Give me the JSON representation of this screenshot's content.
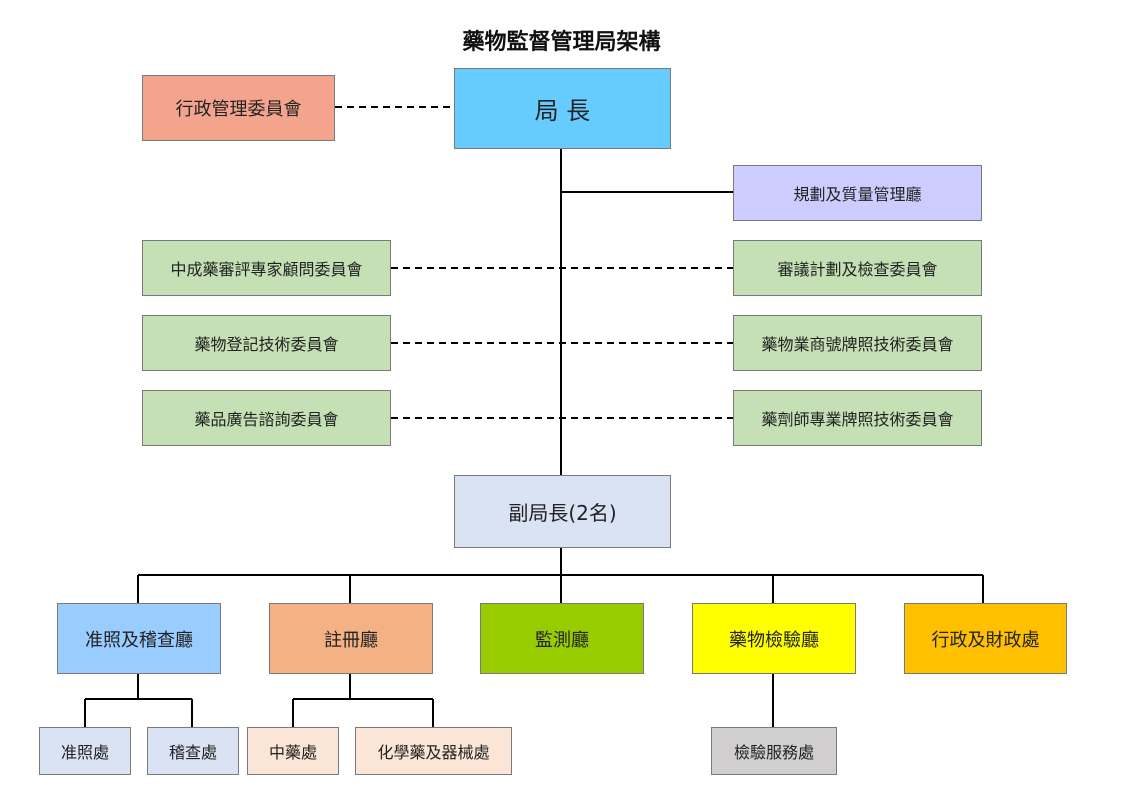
{
  "title": "藥物監督管理局架構",
  "nodes": {
    "director": "局 長",
    "admin_committee": "行政管理委員會",
    "planning_dept": "規劃及質量管理廳",
    "tcm_committee": "中成藥審評專家顧問委員會",
    "registration_committee": "藥物登記技術委員會",
    "advert_committee": "藥品廣告諮詢委員會",
    "review_committee": "審議計劃及檢查委員會",
    "business_license_committee": "藥物業商號牌照技術委員會",
    "pharmacist_license_committee": "藥劑師專業牌照技術委員會",
    "deputy_director": "副局長(2名)",
    "licensing_inspection_dept": "准照及稽查廳",
    "registration_dept": "註冊廳",
    "monitoring_dept": "監測廳",
    "drug_testing_dept": "藥物檢驗廳",
    "admin_finance_div": "行政及財政處",
    "licensing_div": "准照處",
    "inspection_div": "稽查處",
    "tcm_div": "中藥處",
    "chemical_devices_div": "化學藥及器械處",
    "testing_services_div": "檢驗服務處"
  },
  "colors": {
    "director": "#66ccff",
    "admin_committee": "#f4a48c",
    "planning_dept": "#ccccff",
    "committees": "#c5e0b4",
    "deputy_director": "#dae3f3",
    "licensing_inspection_dept": "#99ccff",
    "registration_dept": "#f4b183",
    "monitoring_dept": "#99cc00",
    "drug_testing_dept": "#ffff00",
    "admin_finance_div": "#ffc000",
    "licensing_divs": "#dae3f3",
    "registration_divs": "#fbe5d6",
    "testing_services_div": "#d0cece"
  }
}
